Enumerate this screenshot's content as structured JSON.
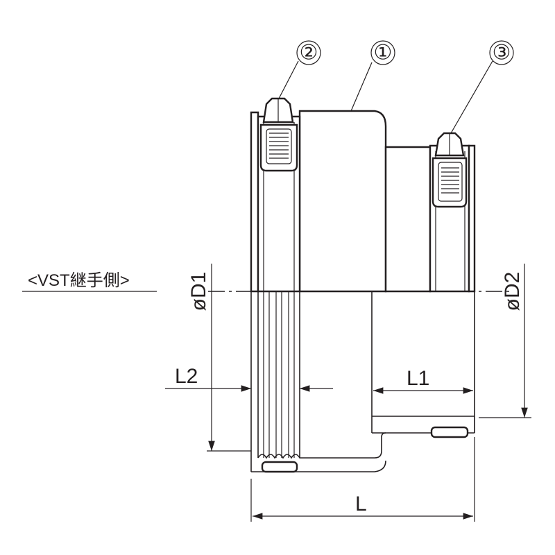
{
  "callouts": {
    "c1": "①",
    "c2": "②",
    "c3": "③"
  },
  "side_label": "<VST継手側>",
  "dims": {
    "d1": "øD1",
    "d2": "øD2",
    "l1": "L1",
    "l2": "L2",
    "l": "L"
  },
  "colors": {
    "line": "#231f20",
    "background": "#ffffff"
  }
}
